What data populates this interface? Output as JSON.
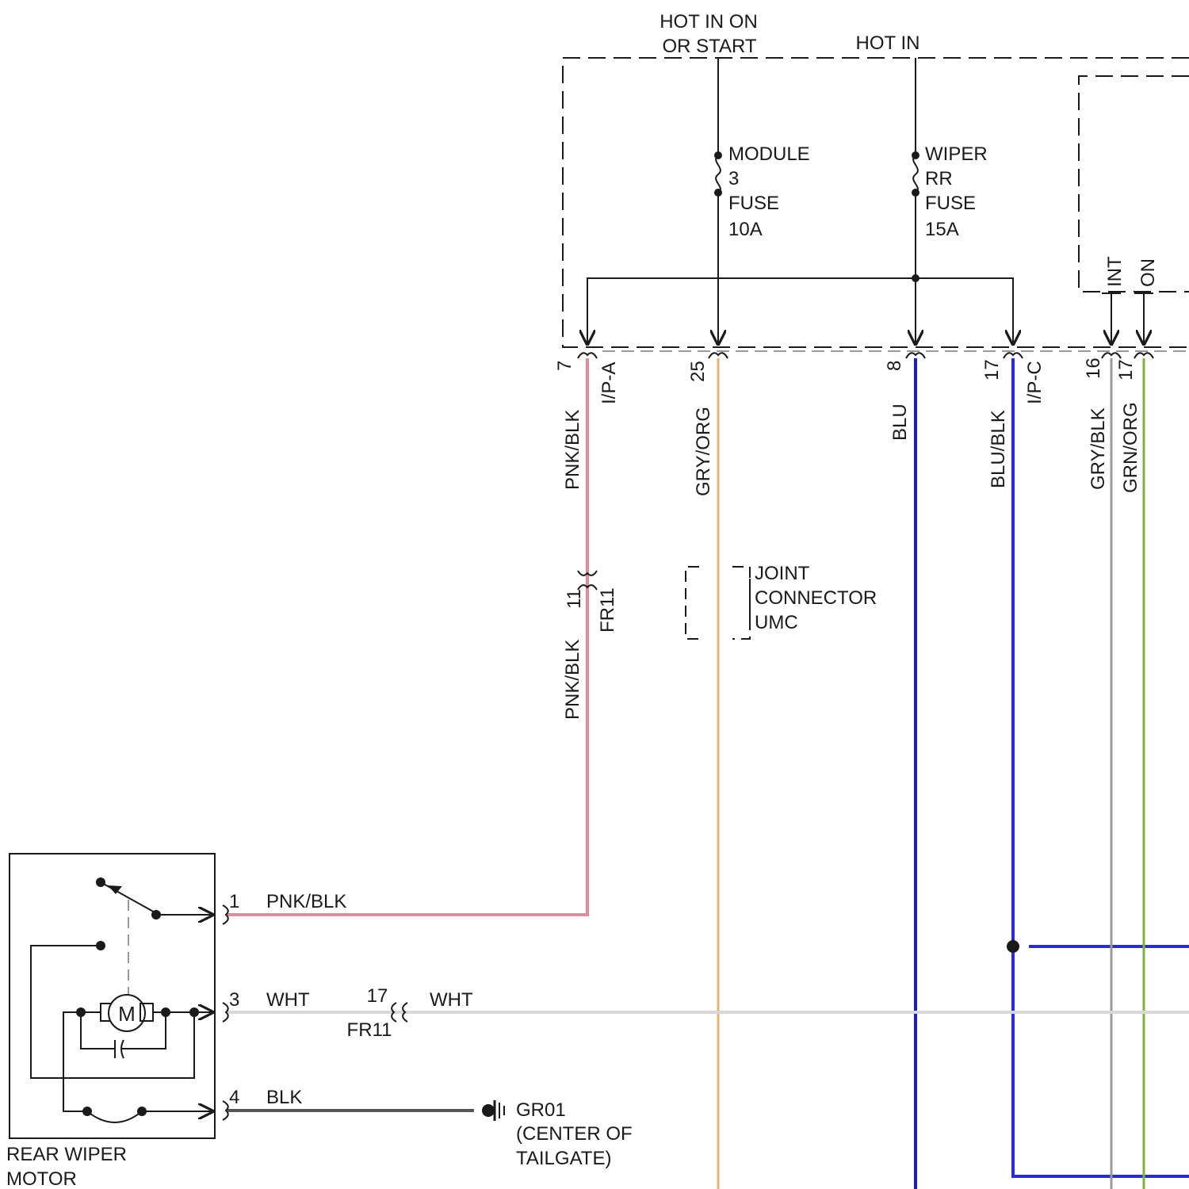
{
  "colors": {
    "pnk_blk": "#e08a9b",
    "gry_org": "#e3b378",
    "blu": "#1a1ad1",
    "blu_blk": "#2a2ad6",
    "gry_blk": "#9a9a9a",
    "grn_org": "#7fb23a",
    "wht": "#d8d8d8",
    "blk": "#555555",
    "ink": "#1a1a1a"
  },
  "fuse_box": {
    "hot_on_start": [
      "HOT IN ON",
      "OR START"
    ],
    "hot_in": "HOT IN",
    "module_fuse": [
      "MODULE",
      "3",
      "FUSE",
      "10A"
    ],
    "wiper_fuse": [
      "WIPER",
      "RR",
      "FUSE",
      "15A"
    ],
    "switch_int": "INT",
    "switch_on": "ON"
  },
  "pins": {
    "p7": "7",
    "p25": "25",
    "p8": "8",
    "p17": "17",
    "p16": "16",
    "p17b": "17",
    "ipa": "I/P-A",
    "ipc": "I/P-C"
  },
  "wires": {
    "pnk_blk": "PNK/BLK",
    "gry_org": "GRY/ORG",
    "blu": "BLU",
    "blu_blk": "BLU/BLK",
    "gry_blk": "GRY/BLK",
    "grn_org": "GRN/ORG",
    "wht": "WHT",
    "blk": "BLK"
  },
  "fr11_top": {
    "pin": "11",
    "name": "FR11"
  },
  "fr11_bottom": {
    "pin": "17",
    "name": "FR11"
  },
  "joint_connector": [
    "JOINT",
    "CONNECTOR",
    "UMC"
  ],
  "motor": {
    "symbol": "M",
    "title": [
      "REAR WIPER",
      "MOTOR"
    ],
    "pin1": "1",
    "pin3": "3",
    "pin4": "4"
  },
  "ground": {
    "id": "GR01",
    "location": [
      "(CENTER OF",
      "TAILGATE)"
    ]
  }
}
